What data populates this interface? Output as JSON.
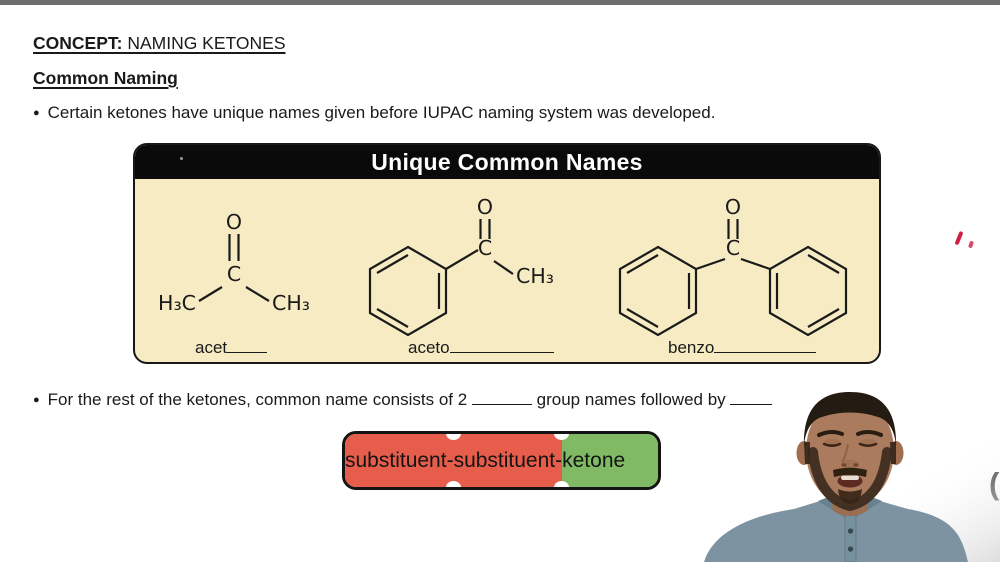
{
  "page": {
    "bullet_char": "●",
    "title_label": "CONCEPT:",
    "title_text": " NAMING KETONES",
    "subtitle": "Common Naming",
    "bullet1": "Certain ketones have unique names given before IUPAC naming system was developed.",
    "bullet2_prefix": "For the rest of the ketones, common name consists of 2",
    "bullet2_suffix": "group names followed by"
  },
  "panel": {
    "header": "Unique Common Names",
    "bg_color": "#f6ebc2",
    "molecules": [
      {
        "name": "acetone",
        "o": "O",
        "c": "C",
        "left_group": "H₃C",
        "right_group": "CH₃",
        "label": "acet"
      },
      {
        "name": "acetophenone",
        "o": "O",
        "c": "C",
        "right_group": "CH₃",
        "label": "aceto"
      },
      {
        "name": "benzophenone",
        "o": "O",
        "c": "C",
        "label": "benzo"
      }
    ]
  },
  "formula_box": {
    "segments": [
      {
        "text": "substituent-",
        "color": "#e75d4b"
      },
      {
        "text": "substituent-",
        "color": "#e75d4b"
      },
      {
        "text": "ketone",
        "color": "#80ba64"
      }
    ]
  },
  "annotations": {
    "paren": "("
  },
  "colors": {
    "accent_red": "#e75d4b",
    "accent_green": "#80ba64",
    "panel_cream": "#f6ebc2",
    "pen_red": "#ce2046"
  }
}
